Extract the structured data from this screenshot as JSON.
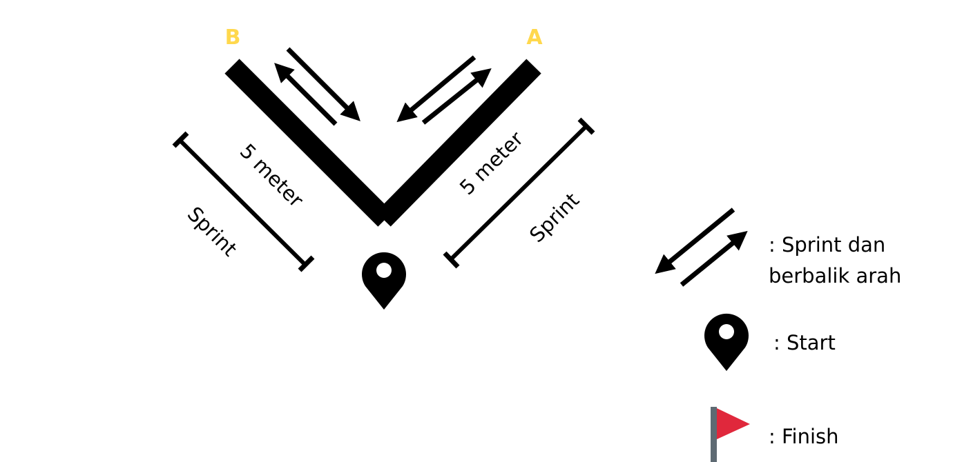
{
  "diagram": {
    "corner_b": "B",
    "corner_a": "A",
    "distance_left": "5 meter",
    "distance_right": "5 meter",
    "sprint_left": "Sprint",
    "sprint_right": "Sprint",
    "start_icon": "map-pin-icon",
    "corner_color": "#FFD84D",
    "line_color": "#000000"
  },
  "legend": {
    "sprint_line1": ": Sprint dan",
    "sprint_line2": "berbalik arah",
    "start_label": ": Start",
    "finish_label": ": Finish",
    "sprint_icon": "double-arrow-icon",
    "start_icon": "map-pin-icon",
    "finish_icon": "flag-icon",
    "flag_color": "#E0283C",
    "pole_color": "#5E6A73"
  }
}
